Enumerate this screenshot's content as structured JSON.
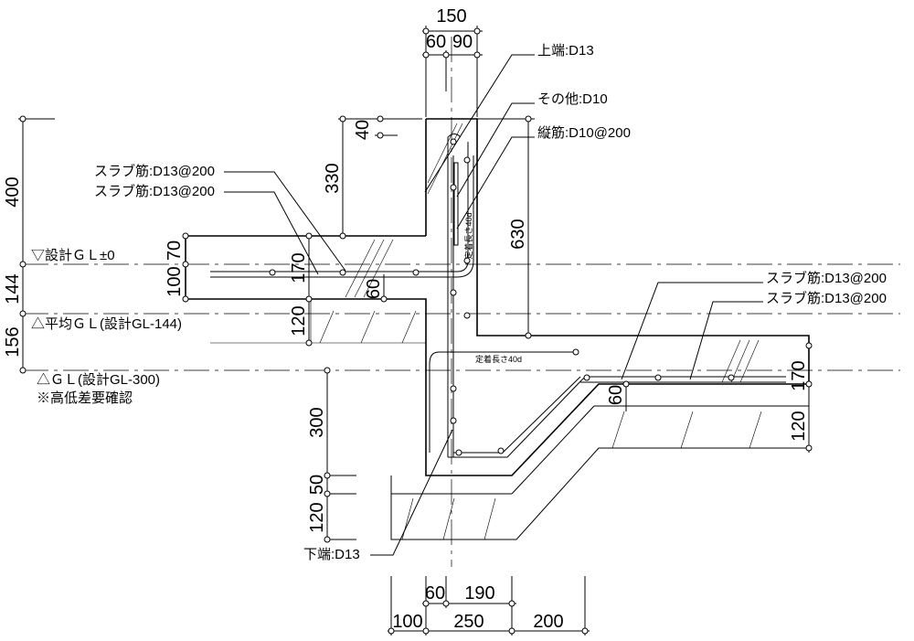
{
  "dimensions_top": {
    "total": "150",
    "left": "60",
    "right": "90"
  },
  "dimensions_bottom_upper": {
    "a": "60",
    "b": "190"
  },
  "dimensions_bottom_lower": {
    "a": "100",
    "b": "250",
    "c": "200"
  },
  "dimensions_left": {
    "d400": "400",
    "d144": "144",
    "d156": "156"
  },
  "dimensions_wall": {
    "d330": "330",
    "d40": "40",
    "d630": "630"
  },
  "dimensions_left_slab": {
    "d70": "70",
    "d100": "100",
    "d170": "170",
    "d120": "120",
    "d60": "60"
  },
  "dimensions_footing": {
    "d300": "300",
    "d50": "50",
    "d120": "120"
  },
  "dimensions_right_slab": {
    "d170": "170",
    "d120": "120",
    "d60": "60"
  },
  "rebar_labels": {
    "top": "上端:D13",
    "other": "その他:D10",
    "vertical": "縦筋:D10@200",
    "bottom": "下端:D13",
    "slab_left_1": "スラブ筋:D13@200",
    "slab_left_2": "スラブ筋:D13@200",
    "slab_right_1": "スラブ筋:D13@200",
    "slab_right_2": "スラブ筋:D13@200"
  },
  "anchorage": {
    "vertical": "定着長さ40d",
    "horizontal": "定着長さ40d"
  },
  "levels": {
    "gl0": "▽設計ＧＬ±0",
    "avg": "△平均ＧＬ(設計GL-144)",
    "gl300": "△ＧＬ(設計GL-300)",
    "note": "※高低差要確認"
  }
}
